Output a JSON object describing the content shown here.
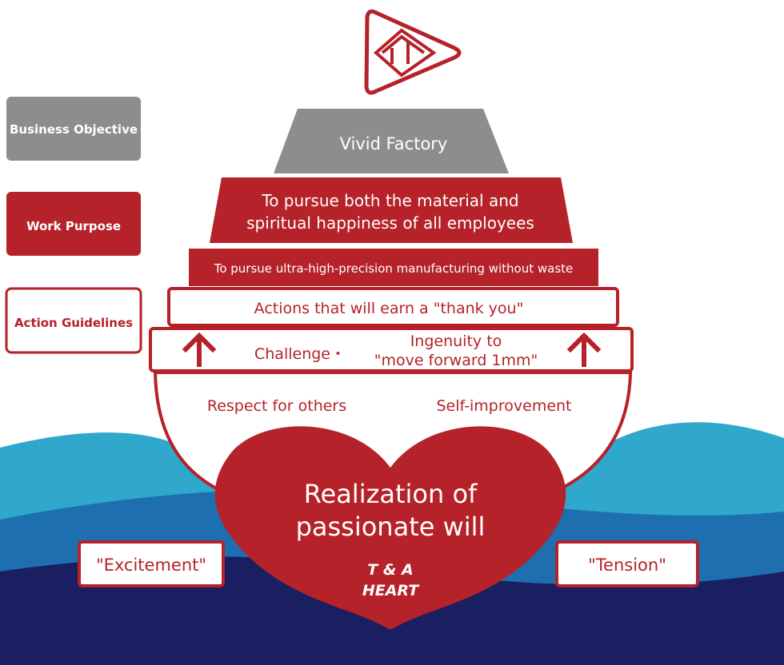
{
  "colors": {
    "red": "#b52229",
    "gray": "#8d8d8d",
    "wave_light": "#2fa8cc",
    "wave_mid": "#1d6fb0",
    "wave_dark": "#1a1f62",
    "white": "#ffffff"
  },
  "logo": {
    "icon": "play-triangle-logo-icon"
  },
  "legend": {
    "business_objective": "Business Objective",
    "work_purpose": "Work Purpose",
    "action_guidelines": "Action Guidelines"
  },
  "pyramid": {
    "top": "Vivid Factory",
    "work_purpose_line1": "To pursue both the material and",
    "work_purpose_line2": "spiritual happiness of all employees",
    "manufacturing": "To pursue ultra-high-precision manufacturing without waste"
  },
  "guidelines": {
    "thank_you": "Actions that will earn a \"thank you\"",
    "challenge": "Challenge・",
    "ingenuity_line1": "Ingenuity to",
    "ingenuity_line2": "\"move forward 1mm\"",
    "respect": "Respect for others",
    "self_improvement": "Self-improvement"
  },
  "heart": {
    "line1": "Realization of",
    "line2": "passionate will",
    "brand_line1": "T & A",
    "brand_line2": "HEART"
  },
  "feelings": {
    "left": "\"Excitement\"",
    "right": "\"Tension\""
  }
}
